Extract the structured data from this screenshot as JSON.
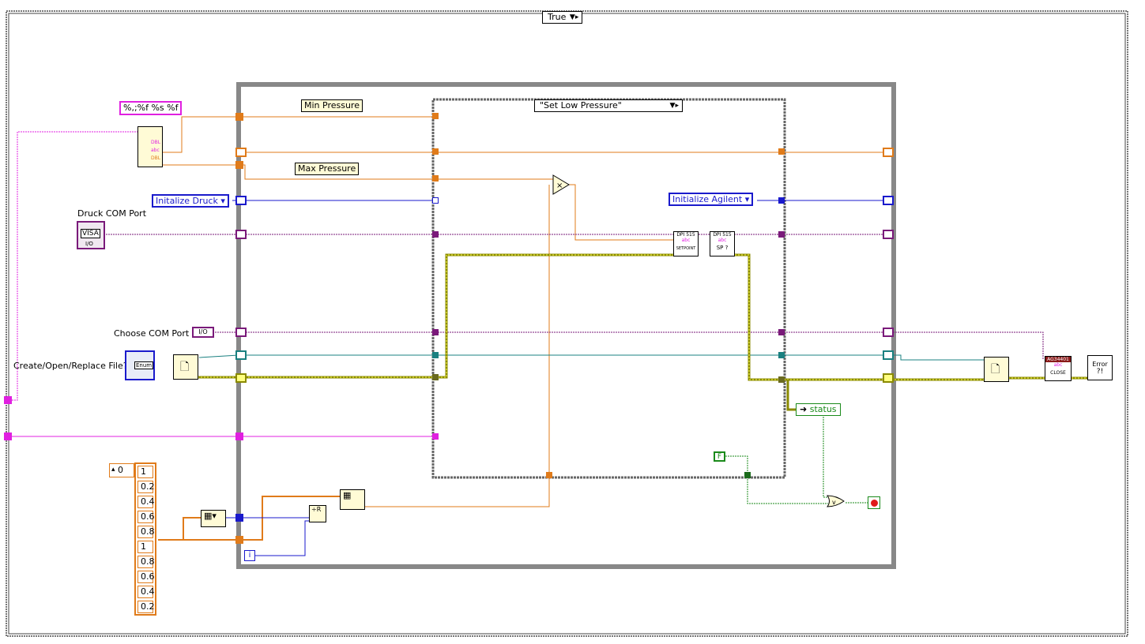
{
  "outer_case": {
    "selector": "True"
  },
  "inner_case": {
    "selector": "\"Set Low Pressure\""
  },
  "format_string": "%,;%f %s %f",
  "labels": {
    "min_pressure": "Min Pressure",
    "max_pressure": "Max Pressure",
    "druck_com_port": "Druck COM Port",
    "choose_com_port": "Choose COM Port",
    "create_open_replace": "Create/Open/Replace File?"
  },
  "enums": {
    "initialize_druck": "Initalize Druck",
    "initialize_agilent": "Initialize Agilent"
  },
  "status_label": "status",
  "false_constant": "F",
  "iteration_terminal": "i",
  "index_constant": "0",
  "array_values": [
    "1",
    "0.2",
    "0.4",
    "0.6",
    "0.8",
    "1",
    "0.8",
    "0.6",
    "0.4",
    "0.2"
  ],
  "subvis": {
    "setpoint_name": "DPI 515",
    "setpoint_caption": "SETPOINT",
    "sp_query_name": "DPI 515",
    "sp_query_caption": "SP ?",
    "close_name": "AG34401",
    "close_caption": "CLOSE",
    "error_text": "Error",
    "visa_text": "VISA",
    "io_text": "I/O",
    "enum_text": "Enum",
    "abc_text": "abc",
    "dbl_text": "DBL"
  },
  "colors": {
    "orange_wire": "#e07b1a",
    "blue_wire": "#1a1acc",
    "purple_wire": "#7a1a7a",
    "teal_wire": "#1a8080",
    "pink_wire": "#e020e0",
    "error_wire": "#8a8a00",
    "green_wire": "#1a8a1a",
    "frame_gray": "#808080"
  }
}
